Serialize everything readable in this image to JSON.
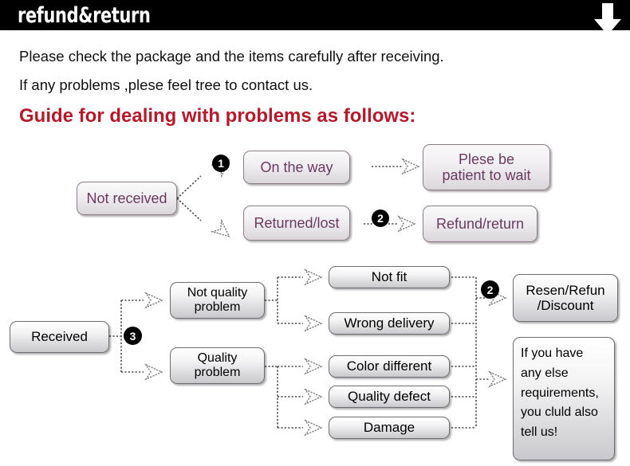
{
  "header": {
    "title": "refund&return",
    "arrow_icon": "down-arrow-icon",
    "bg_color": "#000000",
    "text_color": "#ffffff"
  },
  "intro": {
    "line1": "Please check the package and the items carefully after receiving.",
    "line2": "If any problems ,plese feel tree to contact us.",
    "heading": "Guide for dealing with problems as follows:",
    "heading_color": "#B5192A"
  },
  "flow_not_received": {
    "source": "Not received",
    "branches": [
      {
        "badge": "1",
        "state": "On the way",
        "outcome": "Plese be\npatient to wait"
      },
      {
        "badge": "2",
        "state": "Returned/lost",
        "outcome": "Refund/return"
      }
    ],
    "state_labels": [
      "On the way",
      "Returned/lost"
    ],
    "outcome_1_line1": "Plese be",
    "outcome_1_line2": "patient to wait",
    "outcome_2": "Refund/return",
    "badge_1": "1",
    "badge_2": "2",
    "text_color": "#6B3A5E"
  },
  "flow_received": {
    "source": "Received",
    "badge_3": "3",
    "badge_2": "2",
    "categories": [
      {
        "label_line1": "Not quality",
        "label_line2": "problem"
      },
      {
        "label_line1": "Quality",
        "label_line2": "problem"
      }
    ],
    "cat_1_line1": "Not quality",
    "cat_1_line2": "problem",
    "cat_2_line1": "Quality",
    "cat_2_line2": "problem",
    "issues_not_quality": [
      "Not fit",
      "Wrong delivery"
    ],
    "issues_quality": [
      "Color different",
      "Quality defect",
      "Damage"
    ],
    "issue_not_fit": "Not fit",
    "issue_wrong_delivery": "Wrong delivery",
    "issue_color_different": "Color different",
    "issue_quality_defect": "Quality defect",
    "issue_damage": "Damage",
    "outcome_line1": "Resen/Refun",
    "outcome_line2": "/Discount",
    "note_line1": "If you have",
    "note_line2": "any else",
    "note_line3": "requirements,",
    "note_line4": "you cluld also",
    "note_line5": "tell us!",
    "text_color": "#000000"
  }
}
